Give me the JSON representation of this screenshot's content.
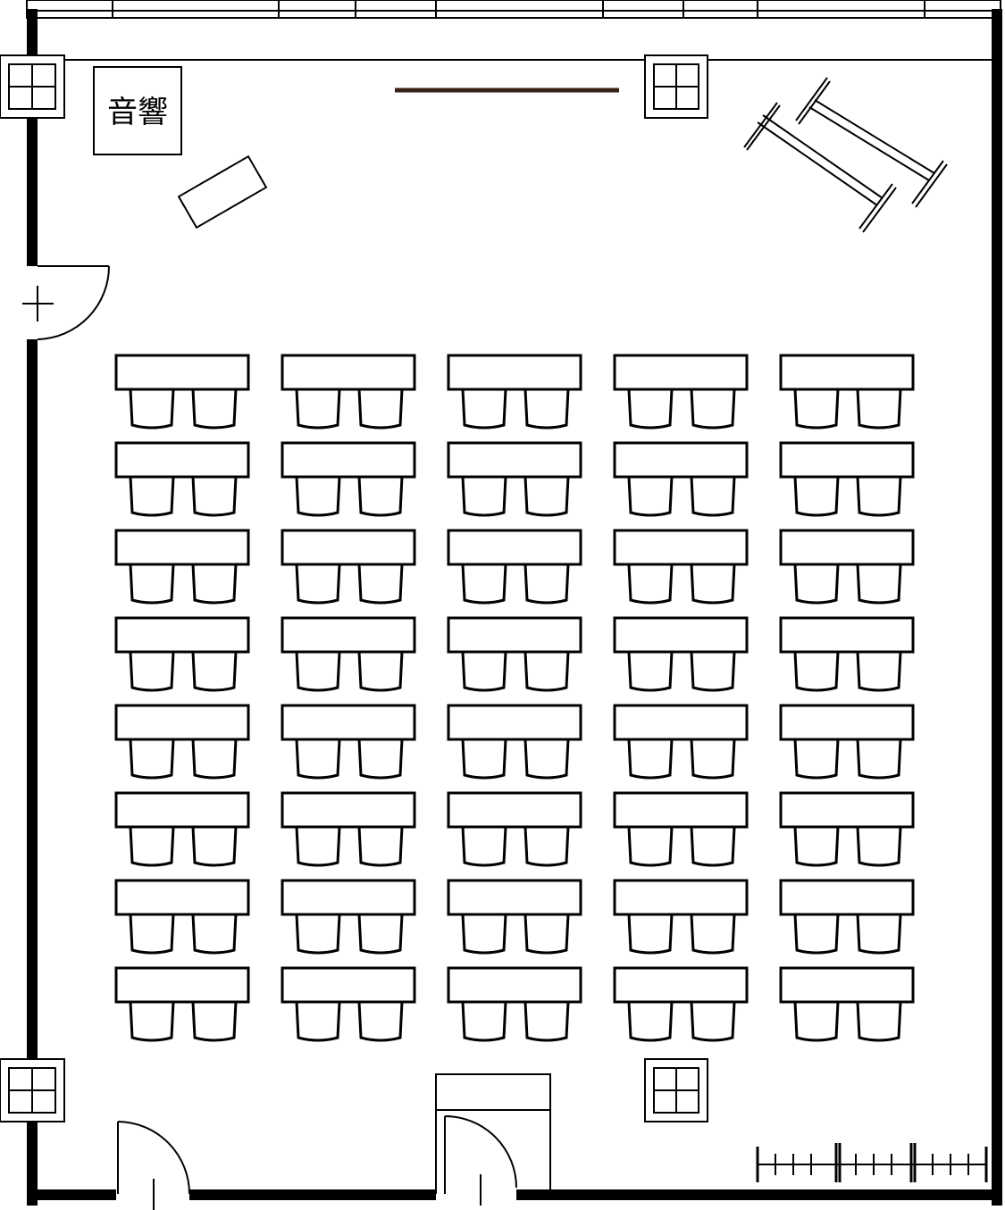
{
  "room": {
    "labels": {
      "audio_equipment": "音響"
    },
    "seating": {
      "columns": 5,
      "rows": 8,
      "chairs_per_desk": 2
    },
    "colors": {
      "wall": "#000000",
      "stage_line": "#3a2218",
      "background": "#ffffff"
    }
  }
}
